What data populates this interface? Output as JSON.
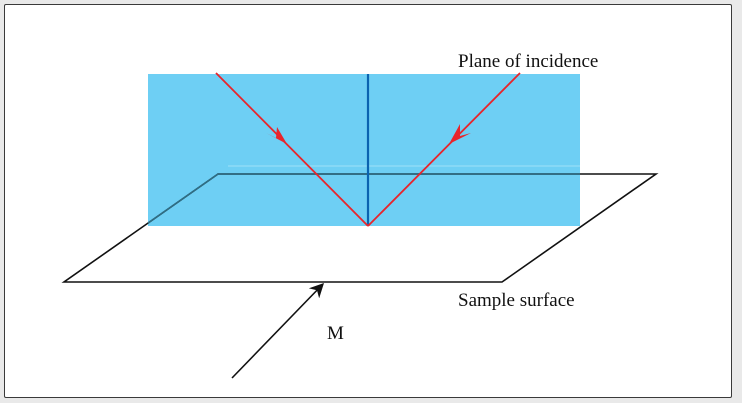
{
  "diagram": {
    "labels": {
      "plane_of_incidence": "Plane of incidence",
      "sample_surface": "Sample surface",
      "m": "M"
    },
    "colors": {
      "background": "#e9e9e9",
      "plane_fill": "#6ecff4",
      "beam": "#e8242b",
      "normal": "#0a63b0",
      "outline": "#111111"
    }
  }
}
